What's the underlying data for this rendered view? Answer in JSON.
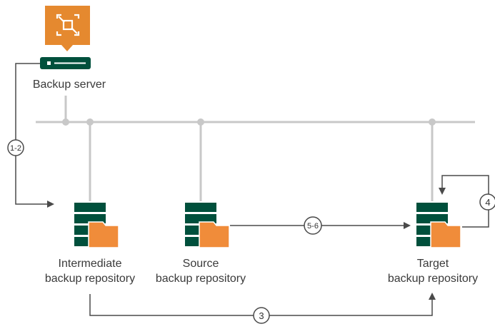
{
  "nodes": {
    "backup_server": {
      "label": "Backup server"
    },
    "intermediate": {
      "label_line1": "Intermediate",
      "label_line2": "backup repository"
    },
    "source": {
      "label_line1": "Source",
      "label_line2": "backup repository"
    },
    "target": {
      "label_line1": "Target",
      "label_line2": "backup repository"
    }
  },
  "steps": {
    "s12": "1-2",
    "s3": "3",
    "s4": "4",
    "s56": "5-6"
  },
  "icons": {
    "server_app": "veeam-backup-server-icon",
    "repository": "backup-repository-icon"
  },
  "colors": {
    "accent_orange": "#e5892f",
    "repo_orange": "#f08c3a",
    "server_green": "#00503c",
    "line_gray": "#c8c8c8",
    "arrow_dark": "#4a4a4a"
  }
}
